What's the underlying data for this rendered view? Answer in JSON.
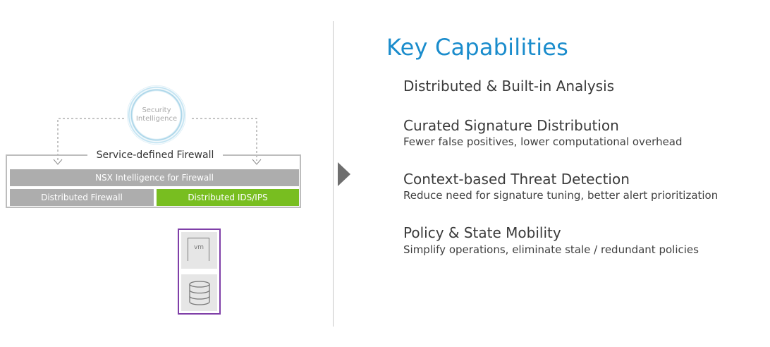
{
  "diagram": {
    "security_intelligence": "Security\nIntelligence",
    "firewall_title": "Service-defined Firewall",
    "nsx_bar": "NSX Intelligence for Firewall",
    "distributed_firewall": "Distributed Firewall",
    "distributed_ids": "Distributed IDS/IPS",
    "vm_label": "vm",
    "colors": {
      "gray_bar": "#adadad",
      "green_bar": "#78be20",
      "workload_border": "#7f3fa8",
      "heading": "#1a8ccc"
    }
  },
  "capabilities": {
    "heading": "Key Capabilities",
    "items": [
      {
        "title": "Distributed & Built-in Analysis",
        "subtitle": ""
      },
      {
        "title": "Curated Signature Distribution",
        "subtitle": "Fewer false positives, lower computational overhead"
      },
      {
        "title": "Context-based Threat Detection",
        "subtitle": "Reduce need for signature tuning, better alert prioritization"
      },
      {
        "title": "Policy & State Mobility",
        "subtitle": "Simplify operations, eliminate stale / redundant policies"
      }
    ]
  },
  "icons": [
    "chevron-right-icon",
    "database-icon",
    "vm-icon"
  ]
}
